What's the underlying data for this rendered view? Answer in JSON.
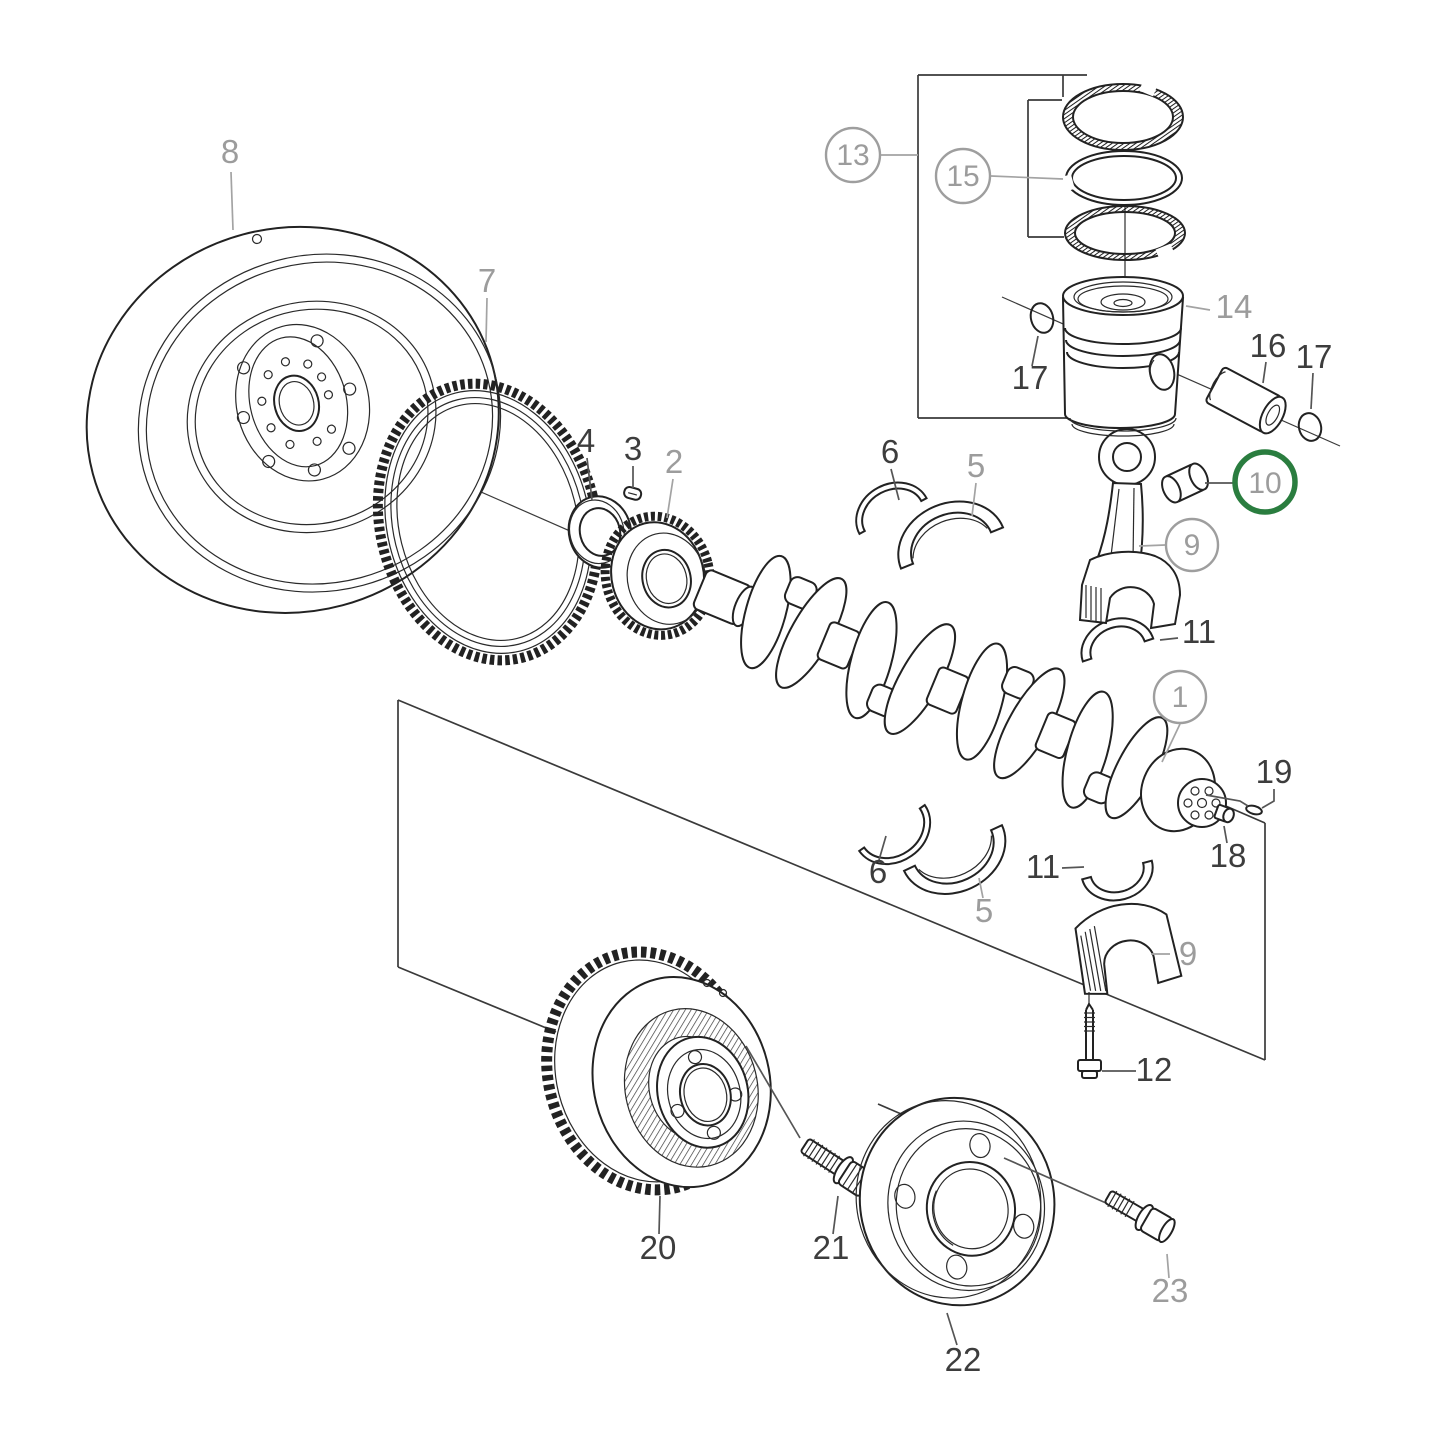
{
  "figure": {
    "type": "exploded-parts-diagram",
    "background": "#ffffff",
    "line_color": "#222222",
    "accent_green": "#2a7d3f",
    "label_color_dark": "#3d3d3d",
    "label_color_light": "#9c9c9c",
    "highlighted_callout": "10",
    "callouts": [
      {
        "part": "8",
        "text": "8",
        "style": "plain-light"
      },
      {
        "part": "7",
        "text": "7",
        "style": "plain-light"
      },
      {
        "part": "4",
        "text": "4",
        "style": "plain-dark"
      },
      {
        "part": "3",
        "text": "3",
        "style": "plain-dark"
      },
      {
        "part": "2",
        "text": "2",
        "style": "plain-light"
      },
      {
        "part": "6",
        "text": "6",
        "style": "plain-dark"
      },
      {
        "part": "5",
        "text": "5",
        "style": "plain-light"
      },
      {
        "part": "13",
        "text": "13",
        "style": "circled"
      },
      {
        "part": "15",
        "text": "15",
        "style": "circled"
      },
      {
        "part": "14",
        "text": "14",
        "style": "plain-light"
      },
      {
        "part": "16",
        "text": "16",
        "style": "plain-dark"
      },
      {
        "part": "17",
        "text": "17",
        "style": "plain-dark"
      },
      {
        "part": "17",
        "text": "17",
        "style": "plain-dark"
      },
      {
        "part": "10",
        "text": "10",
        "style": "circled-green"
      },
      {
        "part": "9",
        "text": "9",
        "style": "circled"
      },
      {
        "part": "11",
        "text": "11",
        "style": "plain-dark"
      },
      {
        "part": "1",
        "text": "1",
        "style": "circled"
      },
      {
        "part": "19",
        "text": "19",
        "style": "plain-dark"
      },
      {
        "part": "18",
        "text": "18",
        "style": "plain-dark"
      },
      {
        "part": "6",
        "text": "6",
        "style": "plain-dark"
      },
      {
        "part": "11",
        "text": "11",
        "style": "plain-dark"
      },
      {
        "part": "5",
        "text": "5",
        "style": "plain-light"
      },
      {
        "part": "9",
        "text": "9",
        "style": "plain-light"
      },
      {
        "part": "12",
        "text": "12",
        "style": "plain-dark"
      },
      {
        "part": "20",
        "text": "20",
        "style": "plain-dark"
      },
      {
        "part": "21",
        "text": "21",
        "style": "plain-dark"
      },
      {
        "part": "22",
        "text": "22",
        "style": "plain-dark"
      },
      {
        "part": "23",
        "text": "23",
        "style": "plain-light"
      }
    ]
  }
}
